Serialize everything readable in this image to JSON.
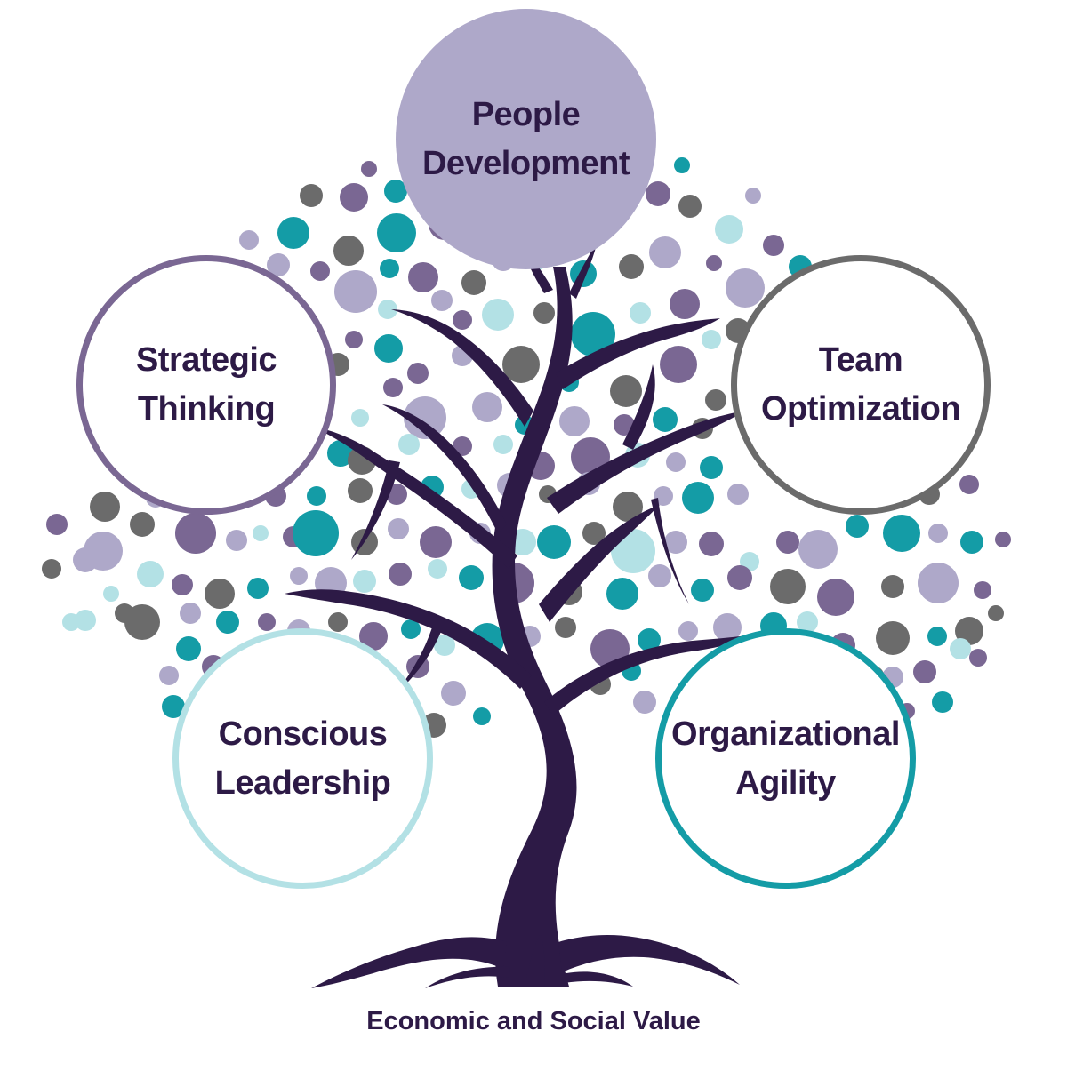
{
  "colors": {
    "trunk": "#2d1a46",
    "text": "#2d1a46",
    "people_fill": "#aea8c9",
    "strategic_border": "#7a6793",
    "team_border": "#6b6b6b",
    "conscious_border": "#b3e1e5",
    "org_border": "#149ca6",
    "dot_teal": "#149ca6",
    "dot_purple": "#7a6793",
    "dot_lavender": "#aea8c9",
    "dot_gray": "#6b6b6b",
    "dot_lightblue": "#b3e1e5"
  },
  "diagram": {
    "nodes": [
      {
        "id": "people",
        "lines": [
          "People",
          "Development"
        ]
      },
      {
        "id": "strategic",
        "lines": [
          "Strategic",
          "Thinking"
        ]
      },
      {
        "id": "team",
        "lines": [
          "Team",
          "Optimization"
        ]
      },
      {
        "id": "conscious",
        "lines": [
          "Conscious",
          "Leadership"
        ]
      },
      {
        "id": "org",
        "lines": [
          "Organizational",
          "Agility"
        ]
      }
    ],
    "caption": "Economic and Social Value"
  }
}
